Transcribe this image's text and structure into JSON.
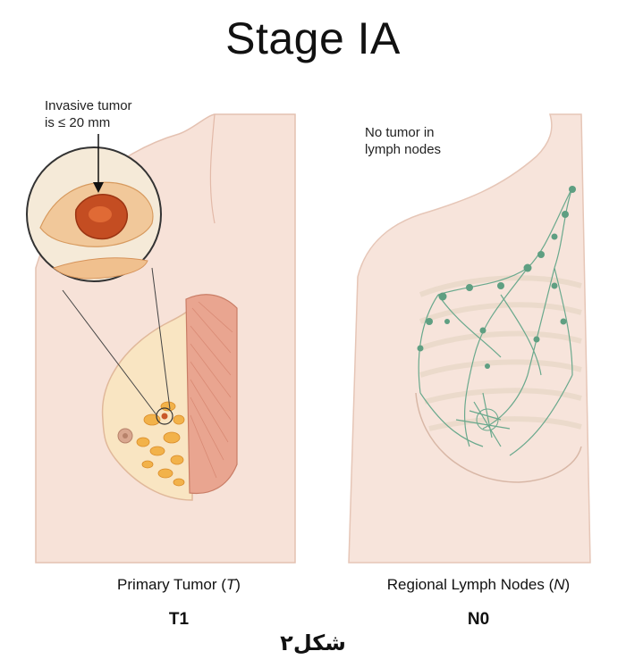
{
  "title": "Stage IA",
  "left_panel": {
    "callout_line1": "Invasive tumor",
    "callout_line2": "is ≤ 20 mm",
    "caption_text": "Primary Tumor (",
    "caption_letter": "T",
    "caption_end": ")",
    "code": "T1"
  },
  "right_panel": {
    "callout_line1": "No tumor in",
    "callout_line2": "lymph nodes",
    "caption_text": "Regional Lymph Nodes (",
    "caption_letter": "N",
    "caption_end": ")",
    "code": "N0"
  },
  "figure_label": "شکل۲",
  "colors": {
    "skin": "#f6ddd2",
    "skin_outline": "#e2b9a8",
    "muscle": "#e9a08a",
    "tumor": "#c9582a",
    "fat": "#f0b44a",
    "lymph": "#6aa98d",
    "lymph_node": "#5f9f82"
  }
}
